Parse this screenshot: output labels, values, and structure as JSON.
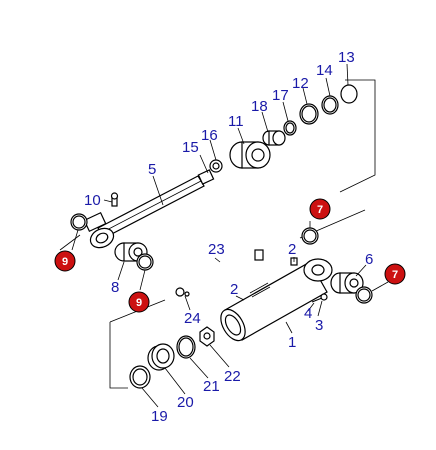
{
  "diagram": {
    "accent_badge_color": "#cc1111",
    "part_label_color": "#1a1aa8",
    "labels": [
      "1",
      "2",
      "2",
      "3",
      "4",
      "5",
      "6",
      "8",
      "10",
      "11",
      "12",
      "13",
      "14",
      "15",
      "16",
      "17",
      "18",
      "19",
      "20",
      "21",
      "22",
      "23",
      "24"
    ],
    "badges": [
      "7",
      "7",
      "9",
      "9"
    ]
  }
}
